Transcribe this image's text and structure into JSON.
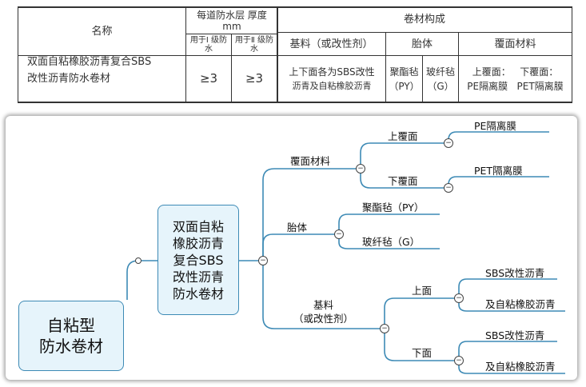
{
  "table": {
    "header_name": "名称",
    "header_thickness": "每道防水层 厚度 mm",
    "header_level1": "用于Ⅰ 级防水",
    "header_level2": "用于Ⅱ 级防水",
    "header_composition": "卷材构成",
    "header_base": "基料（或改性剂）",
    "header_carcass": "胎体",
    "header_cover": "覆面材料",
    "row_name_line1": "双面自粘橡胶沥青复合SBS",
    "row_name_line2": "改性沥青防水卷材",
    "row_level1": "≥3",
    "row_level2": "≥3",
    "row_base_line1": "上下面各为SBS改性",
    "row_base_line2": "沥青及自粘橡胶沥青",
    "row_py_line1": "聚酯毡",
    "row_py_line2": "（PY）",
    "row_g_line1": "玻纤毡",
    "row_g_line2": "（G）",
    "row_cover_line1": "上覆面：   下覆面：",
    "row_cover_line2": "PE隔离膜   PET隔离膜"
  },
  "mindmap": {
    "root_line1": "自粘型",
    "root_line2": "防水卷材",
    "center_line1": "双面自粘",
    "center_line2": "橡胶沥青",
    "center_line3": "复合SBS",
    "center_line4": "改性沥青",
    "center_line5": "防水卷材",
    "cover": "覆面材料",
    "cover_top": "上覆面",
    "cover_top_leaf": "PE隔离膜",
    "cover_bottom": "下覆面",
    "cover_bottom_leaf": "PET隔离膜",
    "carcass": "胎体",
    "carcass_py": "聚酯毡（PY）",
    "carcass_g": "玻纤毡（G）",
    "base_line1": "基料",
    "base_line2": "（或改性剂）",
    "base_top": "上面",
    "base_top_leaf1": "SBS改性沥青",
    "base_top_leaf2": "及自粘橡胶沥青",
    "base_bottom": "下面",
    "base_bottom_leaf1": "SBS改性沥青",
    "base_bottom_leaf2": "及自粘橡胶沥青",
    "collapse_symbol": "−",
    "line_color": "#3d8ab5",
    "box_fill": "#e6f4fb"
  }
}
